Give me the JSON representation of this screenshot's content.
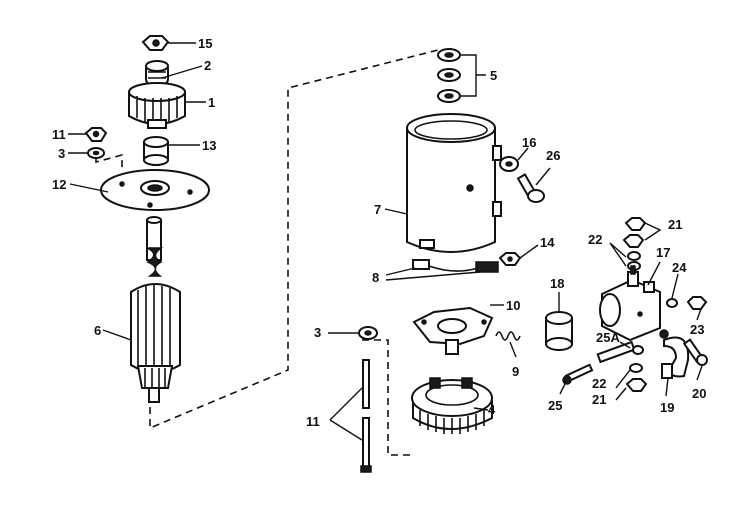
{
  "callouts": [
    {
      "id": "15",
      "text": "15"
    },
    {
      "id": "2",
      "text": "2"
    },
    {
      "id": "1",
      "text": "1"
    },
    {
      "id": "11a",
      "text": "11"
    },
    {
      "id": "3a",
      "text": "3"
    },
    {
      "id": "13",
      "text": "13"
    },
    {
      "id": "12",
      "text": "12"
    },
    {
      "id": "6",
      "text": "6"
    },
    {
      "id": "5",
      "text": "5"
    },
    {
      "id": "16",
      "text": "16"
    },
    {
      "id": "26",
      "text": "26"
    },
    {
      "id": "7",
      "text": "7"
    },
    {
      "id": "8",
      "text": "8"
    },
    {
      "id": "14",
      "text": "14"
    },
    {
      "id": "21a",
      "text": "21"
    },
    {
      "id": "22a",
      "text": "22"
    },
    {
      "id": "17",
      "text": "17"
    },
    {
      "id": "24",
      "text": "24"
    },
    {
      "id": "18",
      "text": "18"
    },
    {
      "id": "10",
      "text": "10"
    },
    {
      "id": "3b",
      "text": "3"
    },
    {
      "id": "9",
      "text": "9"
    },
    {
      "id": "25A",
      "text": "25A"
    },
    {
      "id": "23",
      "text": "23"
    },
    {
      "id": "22b",
      "text": "22"
    },
    {
      "id": "21b",
      "text": "21"
    },
    {
      "id": "25",
      "text": "25"
    },
    {
      "id": "19",
      "text": "19"
    },
    {
      "id": "20",
      "text": "20"
    },
    {
      "id": "4",
      "text": "4"
    },
    {
      "id": "11b",
      "text": "11"
    }
  ]
}
